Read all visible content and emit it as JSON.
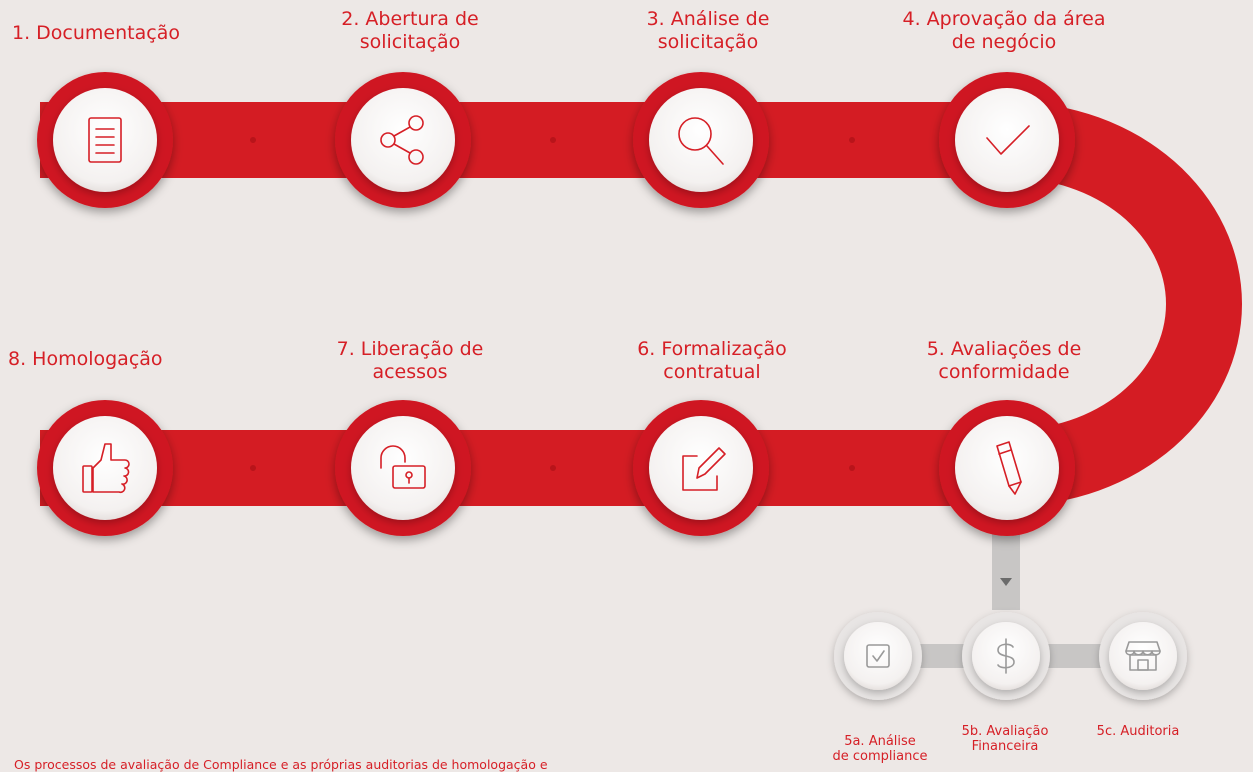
{
  "colors": {
    "accent": "#d61f26",
    "track": "#d41c23",
    "background": "#ede8e6",
    "connector": "#c8c6c5"
  },
  "steps": [
    {
      "id": "1",
      "line1": "1. Documentação",
      "line2": "",
      "icon": "document-icon"
    },
    {
      "id": "2",
      "line1": "2. Abertura de",
      "line2": "solicitação",
      "icon": "share-icon"
    },
    {
      "id": "3",
      "line1": "3. Análise de",
      "line2": "solicitação",
      "icon": "search-icon"
    },
    {
      "id": "4",
      "line1": "4. Aprovação da área",
      "line2": "de negócio",
      "icon": "check-icon"
    },
    {
      "id": "5",
      "line1": "5. Avaliações de",
      "line2": "conformidade",
      "icon": "pencil-icon"
    },
    {
      "id": "6",
      "line1": "6. Formalização",
      "line2": "contratual",
      "icon": "edit-icon"
    },
    {
      "id": "7",
      "line1": "7. Liberação de",
      "line2": "acessos",
      "icon": "unlock-icon"
    },
    {
      "id": "8",
      "line1": "8. Homologação",
      "line2": "",
      "icon": "thumbs-up-icon"
    }
  ],
  "substeps": [
    {
      "id": "5a",
      "line1": "5a. Análise",
      "line2": "de compliance",
      "icon": "checkbox-icon"
    },
    {
      "id": "5b",
      "line1": "5b. Avaliação",
      "line2": "Financeira",
      "icon": "dollar-icon"
    },
    {
      "id": "5c",
      "line1": "5c. Auditoria",
      "line2": "",
      "icon": "store-icon"
    }
  ],
  "footnote": "Os processos de avaliação de Compliance e as próprias auditorias de homologação e"
}
